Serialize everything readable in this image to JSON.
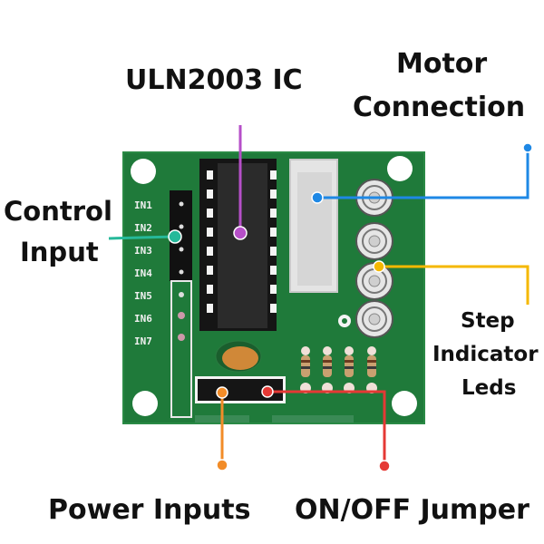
{
  "title": "ULN2003 Stepper Motor Driver Board",
  "labels": {
    "ic": "ULN2003 IC",
    "motor_line1": "Motor",
    "motor_line2": "Connection",
    "control_line1": "Control",
    "control_line2": "Input",
    "step_line1": "Step",
    "step_line2": "Indicator",
    "step_line3": "Leds",
    "power": "Power Inputs",
    "jumper": "ON/OFF Jumper"
  },
  "pin_labels": [
    "IN1",
    "IN2",
    "IN3",
    "IN4",
    "IN5",
    "IN6",
    "IN7"
  ],
  "colors": {
    "ic": "#b64fc8",
    "motor": "#1e88e5",
    "control": "#26b99a",
    "step": "#f5b800",
    "power": "#f28c28",
    "jumper": "#e53935",
    "pcb": "#1f7a3a"
  }
}
